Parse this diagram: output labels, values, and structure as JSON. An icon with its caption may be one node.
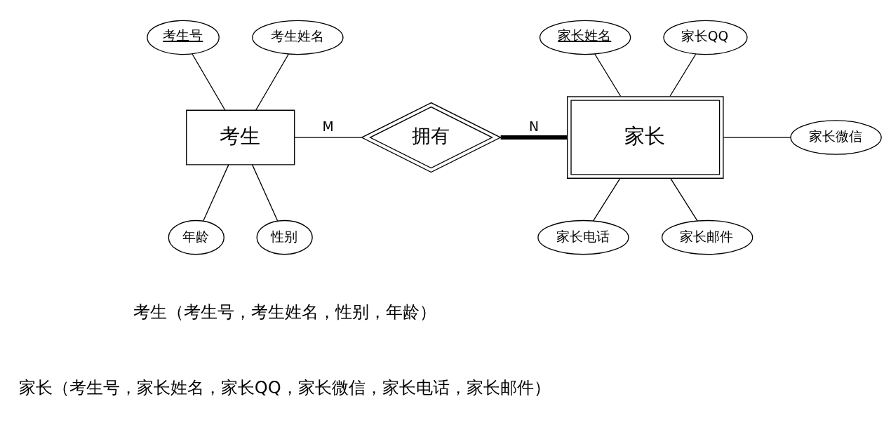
{
  "diagram": {
    "nodes": [
      {
        "text": [
          "考生号"
        ]
      },
      {
        "text": [
          "考生姓名"
        ]
      },
      {
        "text": [
          "考生"
        ]
      },
      {
        "text": [
          "拥有"
        ]
      },
      {
        "text": [
          "家长姓名"
        ]
      },
      {
        "text": [
          "家长QQ"
        ]
      },
      {
        "text": [
          "家长"
        ]
      },
      {
        "text": [
          "家长微信"
        ]
      },
      {
        "text": [
          "年龄"
        ]
      },
      {
        "text": [
          "性别"
        ]
      },
      {
        "text": [
          "家长电话"
        ]
      },
      {
        "text": [
          "家长邮件"
        ]
      }
    ],
    "edges": [
      {
        "from": 2,
        "to": 0,
        "arrow": "none"
      },
      {
        "from": 2,
        "to": 1,
        "arrow": "none"
      },
      {
        "from": 2,
        "to": 8,
        "arrow": "none"
      },
      {
        "from": 2,
        "to": 9,
        "arrow": "none"
      },
      {
        "from": 2,
        "to": 3,
        "arrow": "none",
        "label": "M"
      },
      {
        "from": 3,
        "to": 6,
        "arrow": "none",
        "label": "N",
        "style": "thick"
      },
      {
        "from": 6,
        "to": 4,
        "arrow": "none"
      },
      {
        "from": 6,
        "to": 5,
        "arrow": "none"
      },
      {
        "from": 6,
        "to": 7,
        "arrow": "none"
      },
      {
        "from": 6,
        "to": 10,
        "arrow": "none"
      },
      {
        "from": 6,
        "to": 11,
        "arrow": "none"
      }
    ],
    "labels": [
      "考生（考生号，考生姓名，性别，年龄）",
      "家长（考生号，家长姓名，家长QQ，家长微信，家长电话，家长邮件）"
    ]
  }
}
